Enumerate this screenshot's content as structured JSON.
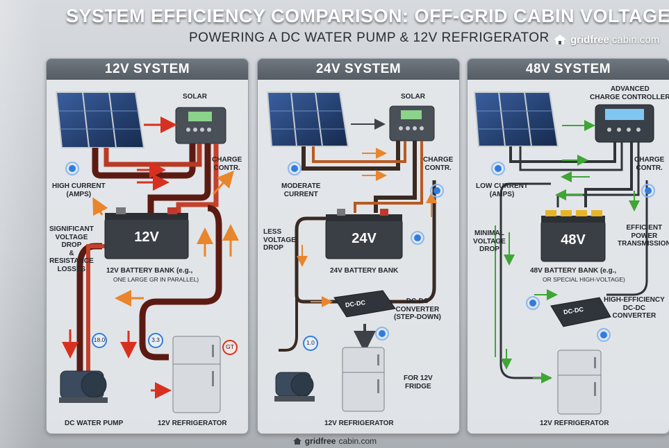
{
  "header": {
    "title": "SYSTEM EFFICIENCY COMPARISON: OFF-GRID CABIN VOLTAGES",
    "subtitle": "POWERING A DC WATER PUMP & 12V REFRIGERATOR",
    "brand_bold": "gridfree",
    "brand_rest": "cabin.com"
  },
  "panels": [
    {
      "title": "12V SYSTEM",
      "solar": "SOLAR",
      "charge": "CHARGE\nCONTR.",
      "current": "HIGH CURRENT\n(AMPS)",
      "drop": "SIGNIFICANT\nVOLTAGE\nDROP\n&\nRESISTANCE\nLOSSES",
      "battery_face": "12V",
      "battery_label": "12V BATTERY BANK (e.g.,",
      "battery_sub": "ONE LARGE GR IN PARALLEL)",
      "gauge1": "18.0",
      "gauge2": "3.3",
      "gauge3": "GT",
      "pump": "DC WATER PUMP",
      "fridge": "12V REFRIGERATOR"
    },
    {
      "title": "24V SYSTEM",
      "solar": "SOLAR",
      "charge": "CHARGE\nCONTR.",
      "current": "MODERATE\nCURRENT",
      "drop": "LESS\nVOLTAGE\nDROP",
      "battery_face": "24V",
      "battery_label": "24V BATTERY BANK",
      "converter_face": "DC-DC",
      "converter": "DC-DC\nCONVERTER\n(STEP-DOWN)",
      "gauge1": "1.0",
      "fridge_note": "FOR 12V\nFRIDGE",
      "fridge": "12V REFRIGERATOR"
    },
    {
      "title": "48V SYSTEM",
      "solar": "ADVANCED\nCHARGE CONTROLLER",
      "charge": "CHARGE\nCONTR.",
      "current": "LOW CURRENT\n(AMPS)",
      "drop": "MINIMAL\nVOLTAGE\nDROP",
      "efficient": "EFFICIENT\nPOWER\nTRANSMISSION",
      "battery_face": "48V",
      "battery_label": "48V BATTERY BANK (e.g.,",
      "battery_sub": "OR SPECIAL HIGH-VOLTAGE)",
      "converter_face": "DC-DC",
      "converter": "HIGH-EFFICIENCY\nDC-DC\nCONVERTER",
      "fridge": "12V REFRIGERATOR"
    }
  ],
  "footer": {
    "brand_bold": "gridfree",
    "brand_rest": "cabin.com"
  },
  "colors": {
    "high_current": "#d8301f",
    "moderate_current": "#e9852a",
    "low_current": "#3fa535",
    "panel_header": "#5f666d"
  }
}
